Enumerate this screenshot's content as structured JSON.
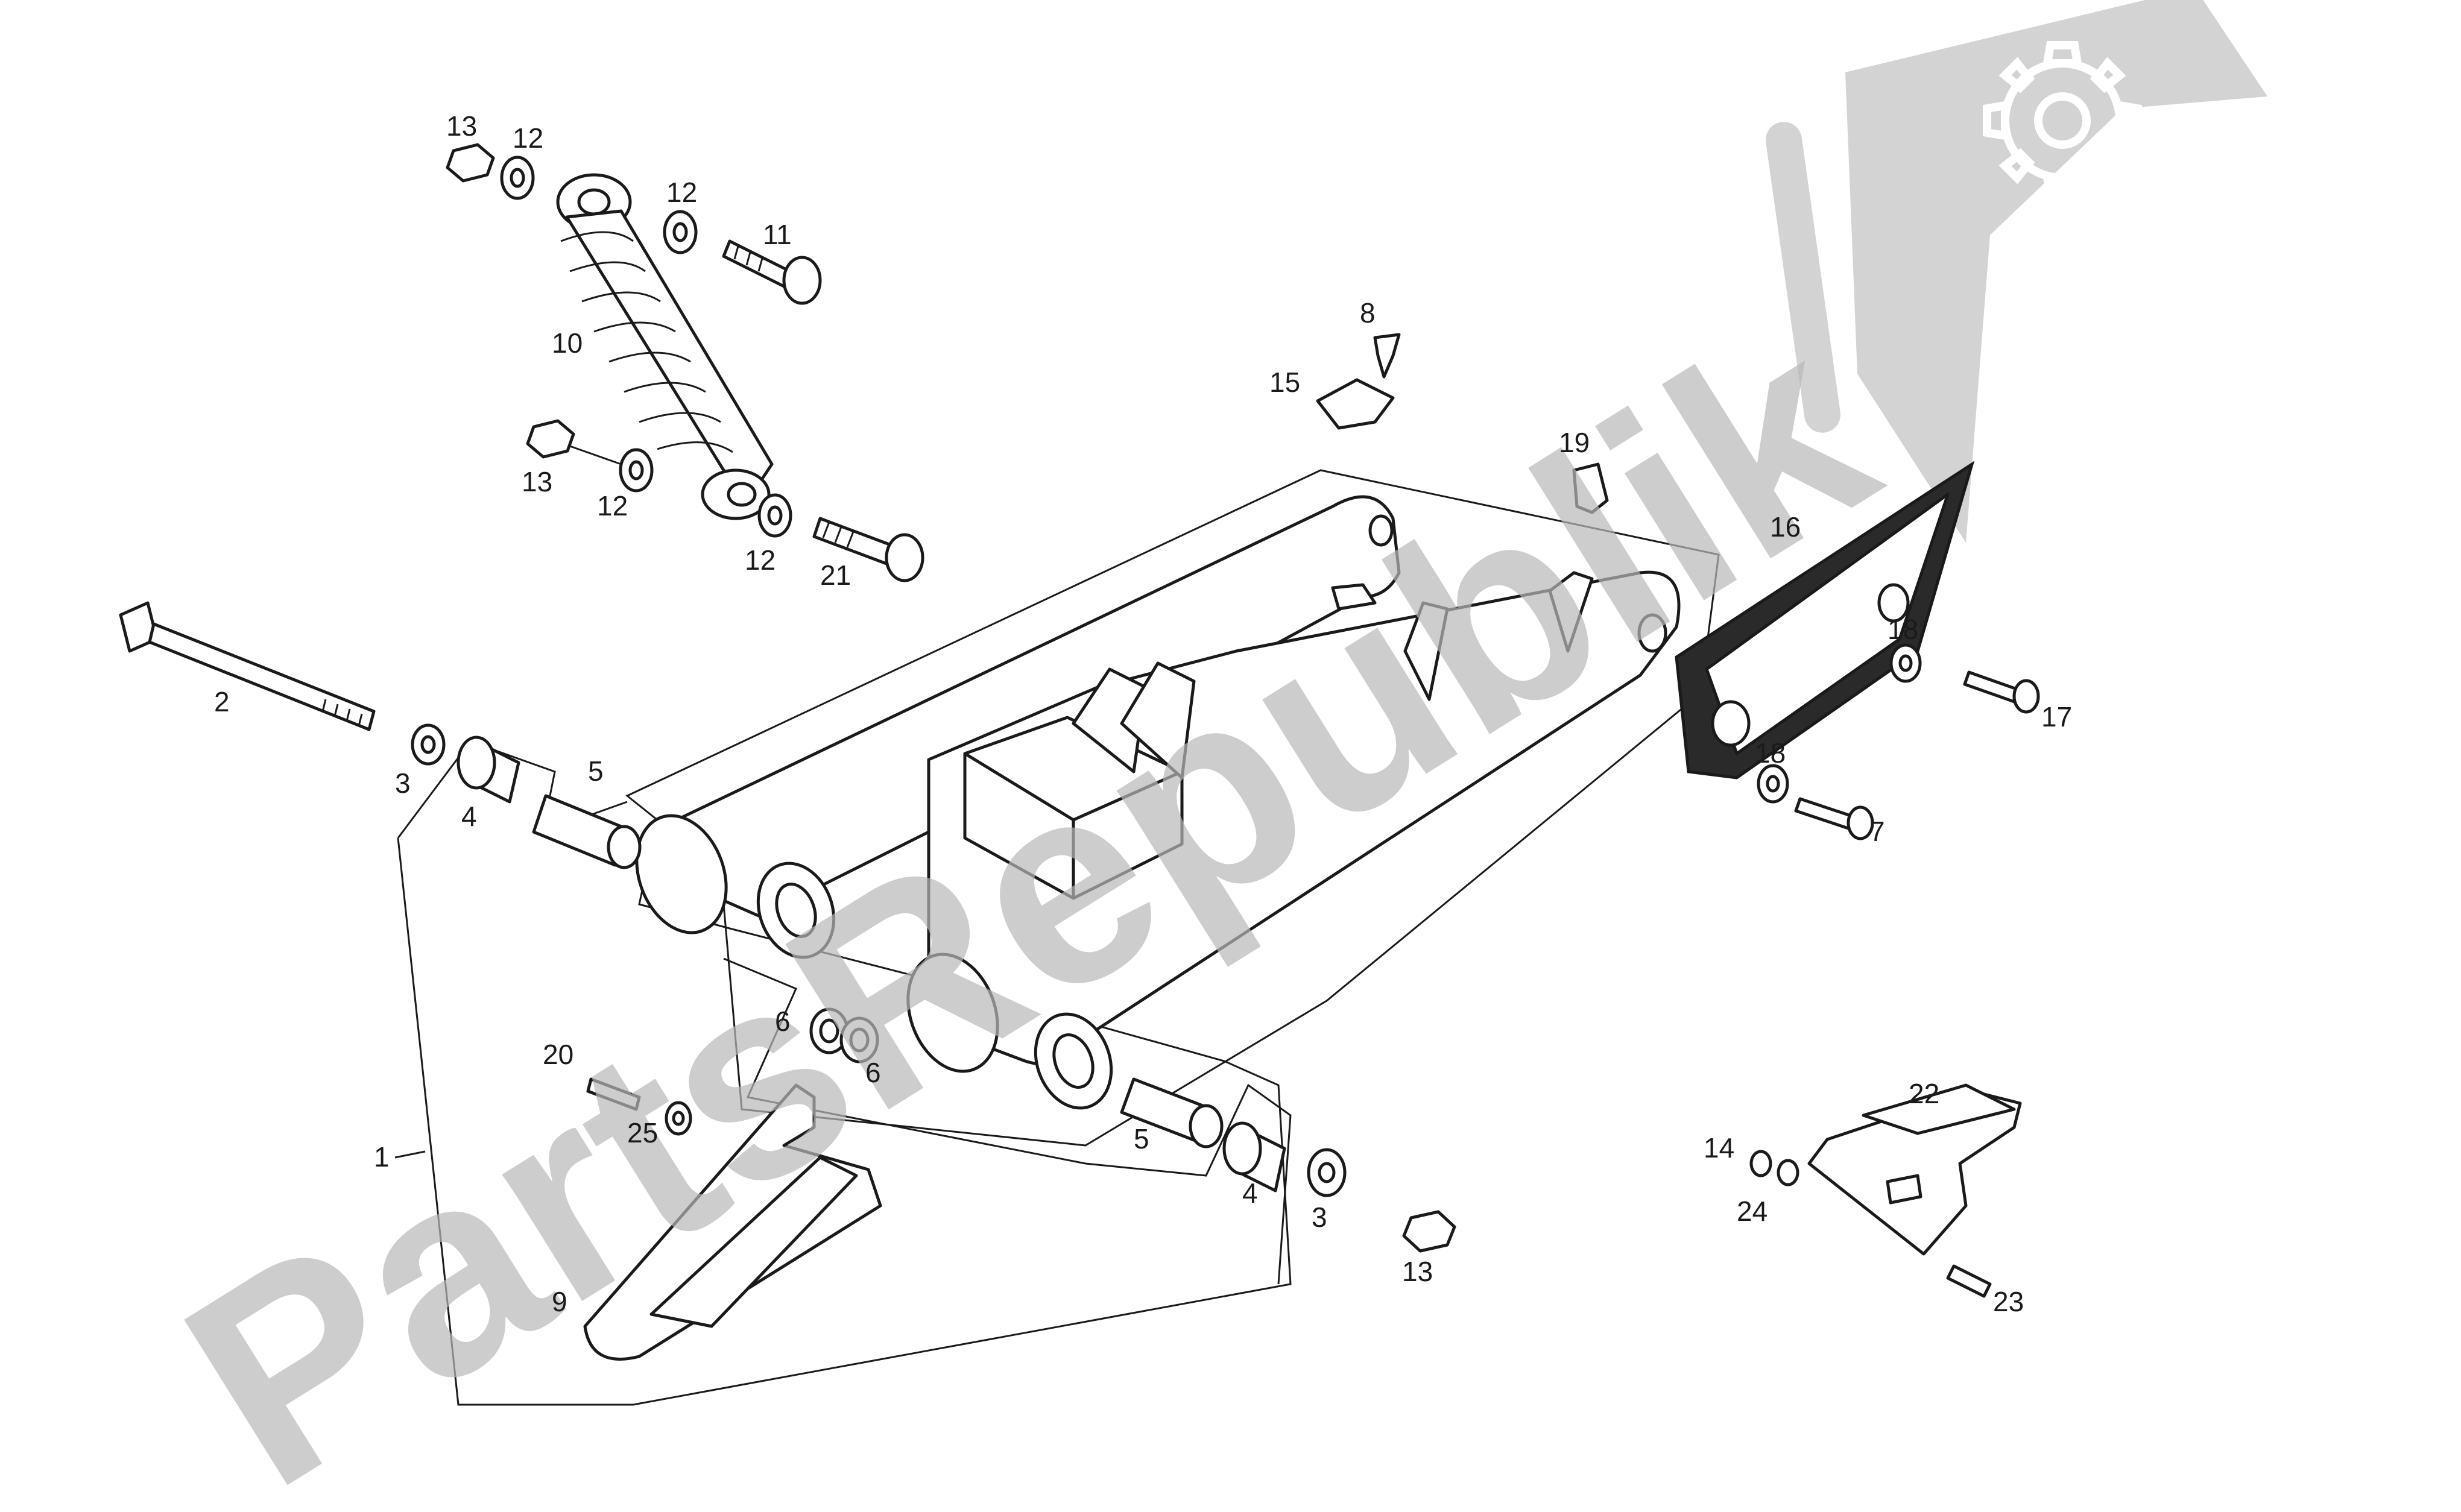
{
  "watermark": {
    "text": "PartsRepublik",
    "logo_icon": "gear-flag-icon",
    "color": "#b8b8b8"
  },
  "callouts": {
    "c1": "1",
    "c2": "2",
    "c3a": "3",
    "c3b": "3",
    "c4a": "4",
    "c4b": "4",
    "c5a": "5",
    "c5b": "5",
    "c6a": "6",
    "c6b": "6",
    "c7": "7",
    "c8": "8",
    "c9": "9",
    "c10": "10",
    "c11": "11",
    "c12a": "12",
    "c12b": "12",
    "c12c": "12",
    "c12d": "12",
    "c13a": "13",
    "c13b": "13",
    "c13c": "13",
    "c14": "14",
    "c15": "15",
    "c16": "16",
    "c17": "17",
    "c18a": "18",
    "c18b": "18",
    "c19": "19",
    "c20": "20",
    "c21": "21",
    "c22": "22",
    "c23": "23",
    "c24": "24",
    "c25": "25"
  }
}
